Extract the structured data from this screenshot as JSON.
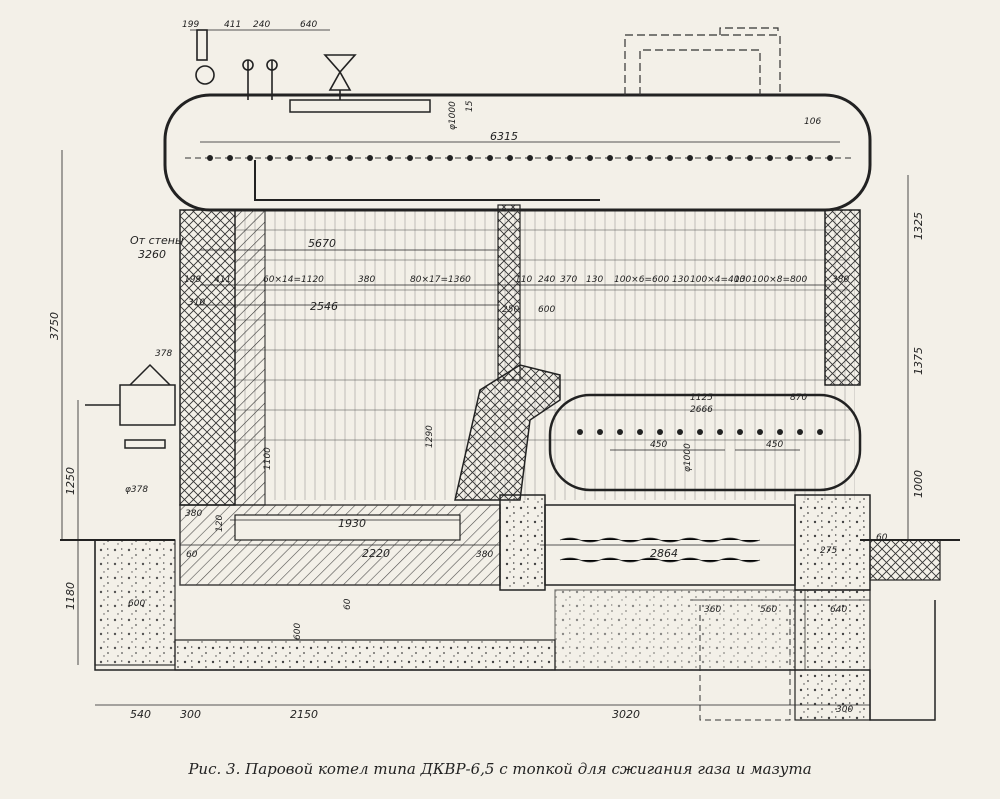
{
  "caption": "Рис. 3. Паровой котел типа ДКВР-6,5 с топкой для сжигания газа и мазута",
  "wall_label": {
    "line1": "От стены",
    "line2": "3260"
  },
  "dimensions": {
    "top_199": "199",
    "top_411": "411",
    "top_240": "240",
    "top_640": "640",
    "drum_1000": "φ1000",
    "drum_15": "15",
    "drum_6315": "6315",
    "drum_106": "106",
    "left_3750": "3750",
    "right_1325": "1325",
    "right_1375": "1375",
    "right_1000": "1000",
    "furnace_5670": "5670",
    "f_199": "199",
    "f_411": "411",
    "f_60x14": "60×14=1120",
    "f_380": "380",
    "f_80x17": "80×17=1360",
    "f_110": "110",
    "f_240": "240",
    "f_370": "370",
    "f_130": "130",
    "f_100x6": "100×6=600",
    "f_130b": "130",
    "f_100x4": "100×4=400",
    "f_130c": "130",
    "f_100x8": "100×8=800",
    "f_380r": "380",
    "f_310": "310",
    "f_2546": "2546",
    "f_250": "250",
    "f_600": "600",
    "f_378": "378",
    "f_1290": "1290",
    "f_1100": "1100",
    "f_1125": "1125",
    "f_2666": "2666",
    "f_870": "870",
    "f_450a": "450",
    "f_450b": "450",
    "f_1000d": "φ1000",
    "left_1250": "1250",
    "phi378": "φ378",
    "b_380": "380",
    "b_120": "120",
    "b_1930": "1930",
    "b_60": "60",
    "b_2220": "2220",
    "b_380r": "380",
    "b_2864": "2864",
    "b_275": "275",
    "b_60r": "60",
    "found_1180": "1180",
    "found_600": "600",
    "found_600b": "600",
    "found_60": "60",
    "found_360": "360",
    "found_560": "560",
    "found_640": "640",
    "bot_540": "540",
    "bot_300": "300",
    "bot_2150": "2150",
    "bot_3020": "3020",
    "bot_300r": "300"
  }
}
